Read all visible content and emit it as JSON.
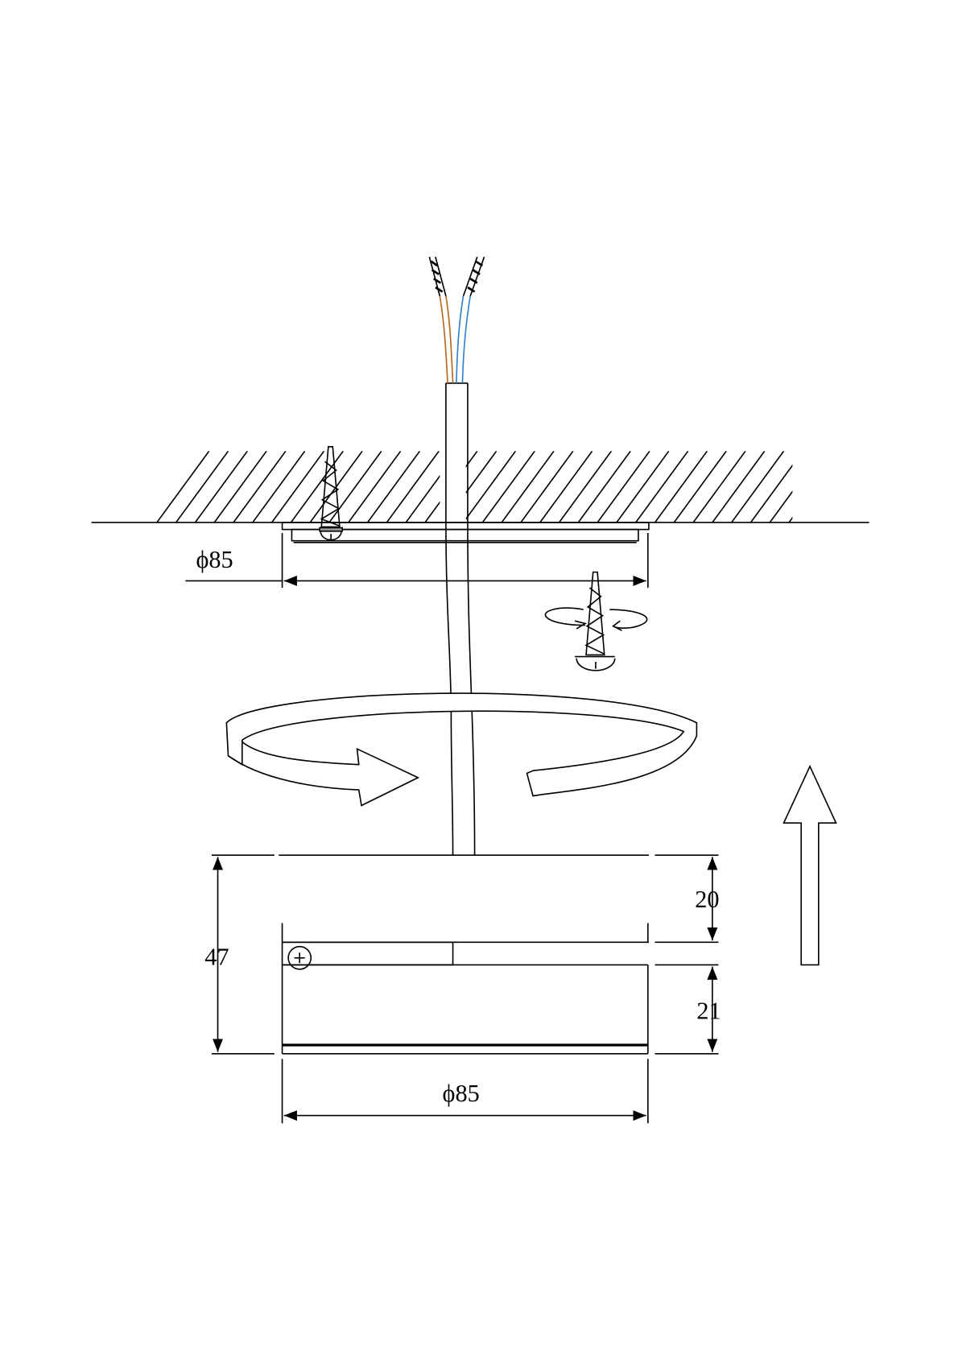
{
  "dimensions": {
    "mount_diameter": "ϕ85",
    "body_diameter": "ϕ85",
    "total_height": "47",
    "top_height": "20",
    "bottom_height": "21"
  },
  "colors": {
    "line": "#000000",
    "wire_brown": "#b5651d",
    "wire_blue": "#2f7fd0"
  }
}
